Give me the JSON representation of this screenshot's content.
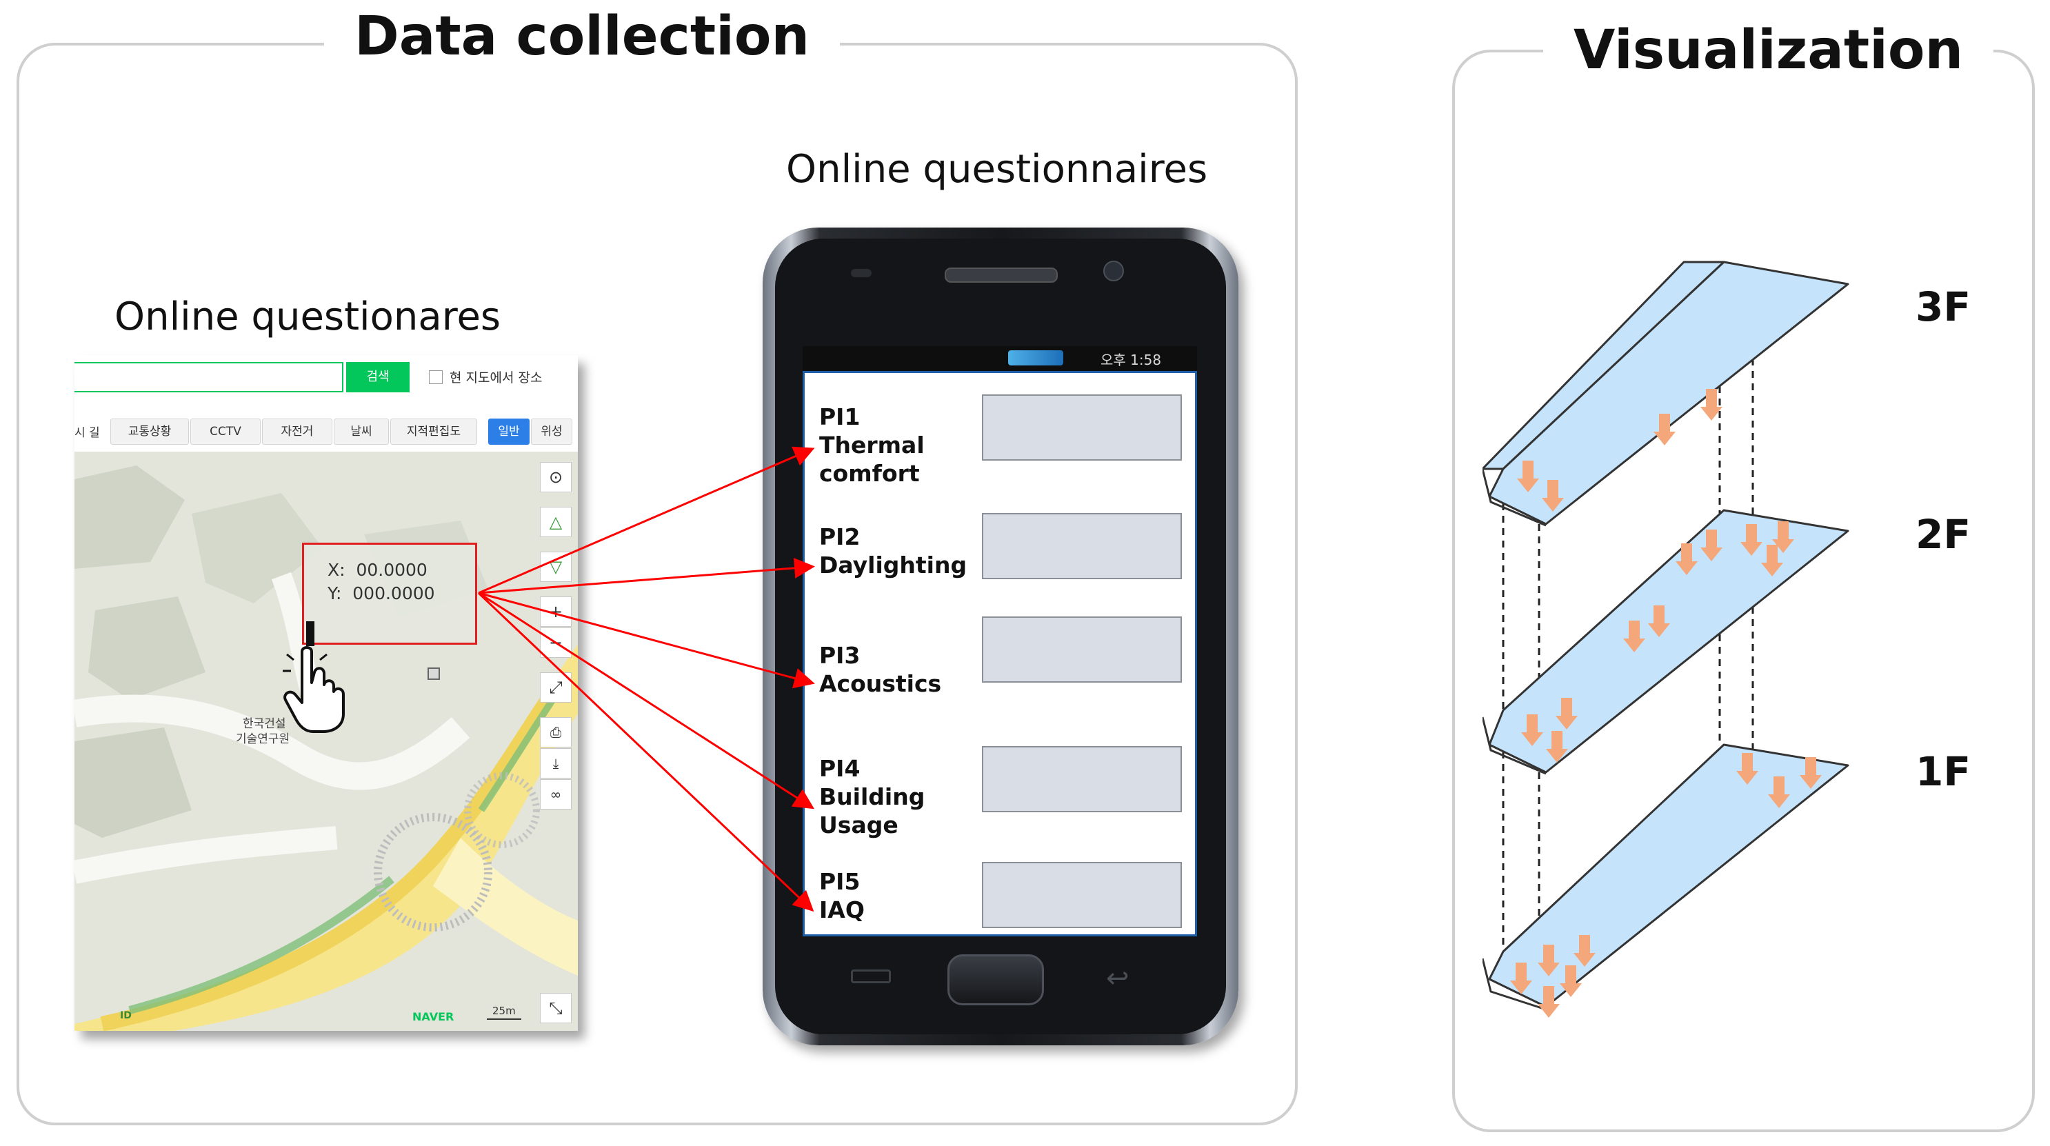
{
  "titles": {
    "data_collection": "Data collection",
    "visualization": "Visualization",
    "online_questionaires": "Online questionares",
    "online_questionnaires": "Online questionnaires"
  },
  "map": {
    "search_button": "검색",
    "checkbox_label": "현 지도에서 장소",
    "toolbar_left_fragment": "시 길",
    "layer_buttons": [
      "교통상황",
      "CCTV",
      "자전거",
      "날씨",
      "지적편집도"
    ],
    "view_buttons": [
      "일반",
      "위성"
    ],
    "coord_x": "X:  00.0000",
    "coord_y": "Y:  000.0000",
    "place_label_line1": "한국건설",
    "place_label_line2": "기술연구원",
    "brand": "NAVER",
    "scale": "25m",
    "bottom_left_mark": "ID"
  },
  "phone": {
    "status_time": "오후 1:58",
    "questions": [
      {
        "id": "PI1",
        "label": "PI1\nThermal\ncomfort"
      },
      {
        "id": "PI2",
        "label": "PI2\nDaylighting"
      },
      {
        "id": "PI3",
        "label": "PI3\nAcoustics"
      },
      {
        "id": "PI4",
        "label": "PI4\nBuilding\nUsage"
      },
      {
        "id": "PI5",
        "label": "PI5\nIAQ"
      }
    ]
  },
  "visualization": {
    "floors": [
      "3F",
      "2F",
      "1F"
    ],
    "colors": {
      "slab": "#c5e3fa",
      "arrow": "#f4a77a",
      "link": "#ff0000"
    }
  }
}
